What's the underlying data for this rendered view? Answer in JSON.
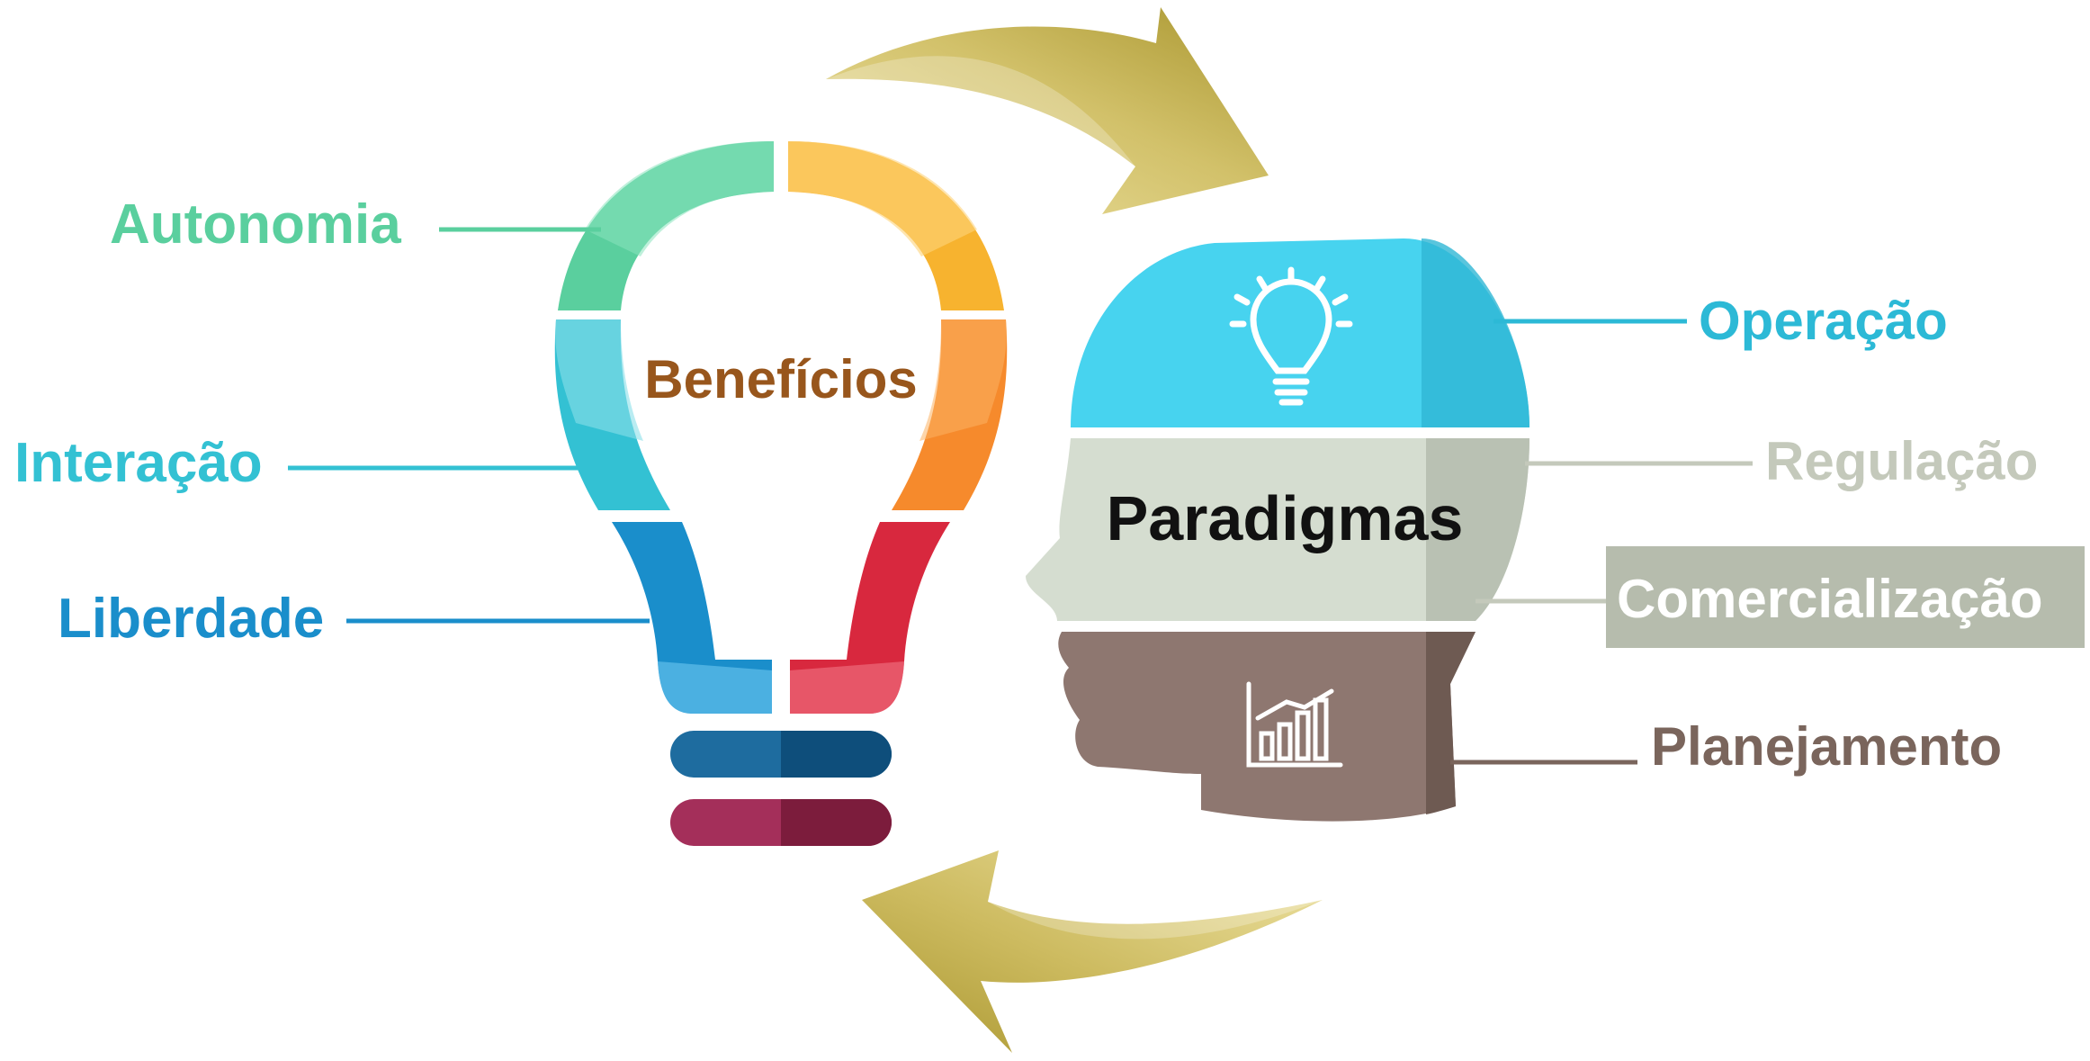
{
  "colors": {
    "autonomia": "#5ACF9E",
    "interacao": "#33C1D3",
    "liberdade": "#1A8ECB",
    "beneficios": "#98561C",
    "operacao": "#2CB9D6",
    "regulacao": "#C4C9BB",
    "comercializacao_bg": "#B6BCAD",
    "comercializacao_text": "#FFFFFF",
    "planejamento": "#7A655C",
    "paradigmas": "#111111",
    "arrow": "#BFAE4A"
  },
  "bulb": {
    "center_label": "Benefícios",
    "benefits": [
      {
        "id": "autonomia",
        "label": "Autonomia"
      },
      {
        "id": "interacao",
        "label": "Interação"
      },
      {
        "id": "liberdade",
        "label": "Liberdade"
      }
    ]
  },
  "head": {
    "center_label": "Paradigmas",
    "top_icon": "lightbulb-icon",
    "bottom_icon": "growth-chart-icon",
    "paradigms": [
      {
        "id": "operacao",
        "label": "Operação"
      },
      {
        "id": "regulacao",
        "label": "Regulação"
      },
      {
        "id": "comercializacao",
        "label": "Comercialização",
        "highlighted": true
      },
      {
        "id": "planejamento",
        "label": "Planejamento"
      }
    ]
  },
  "cycle_arrows": [
    "arrow-right-icon",
    "arrow-left-icon"
  ]
}
